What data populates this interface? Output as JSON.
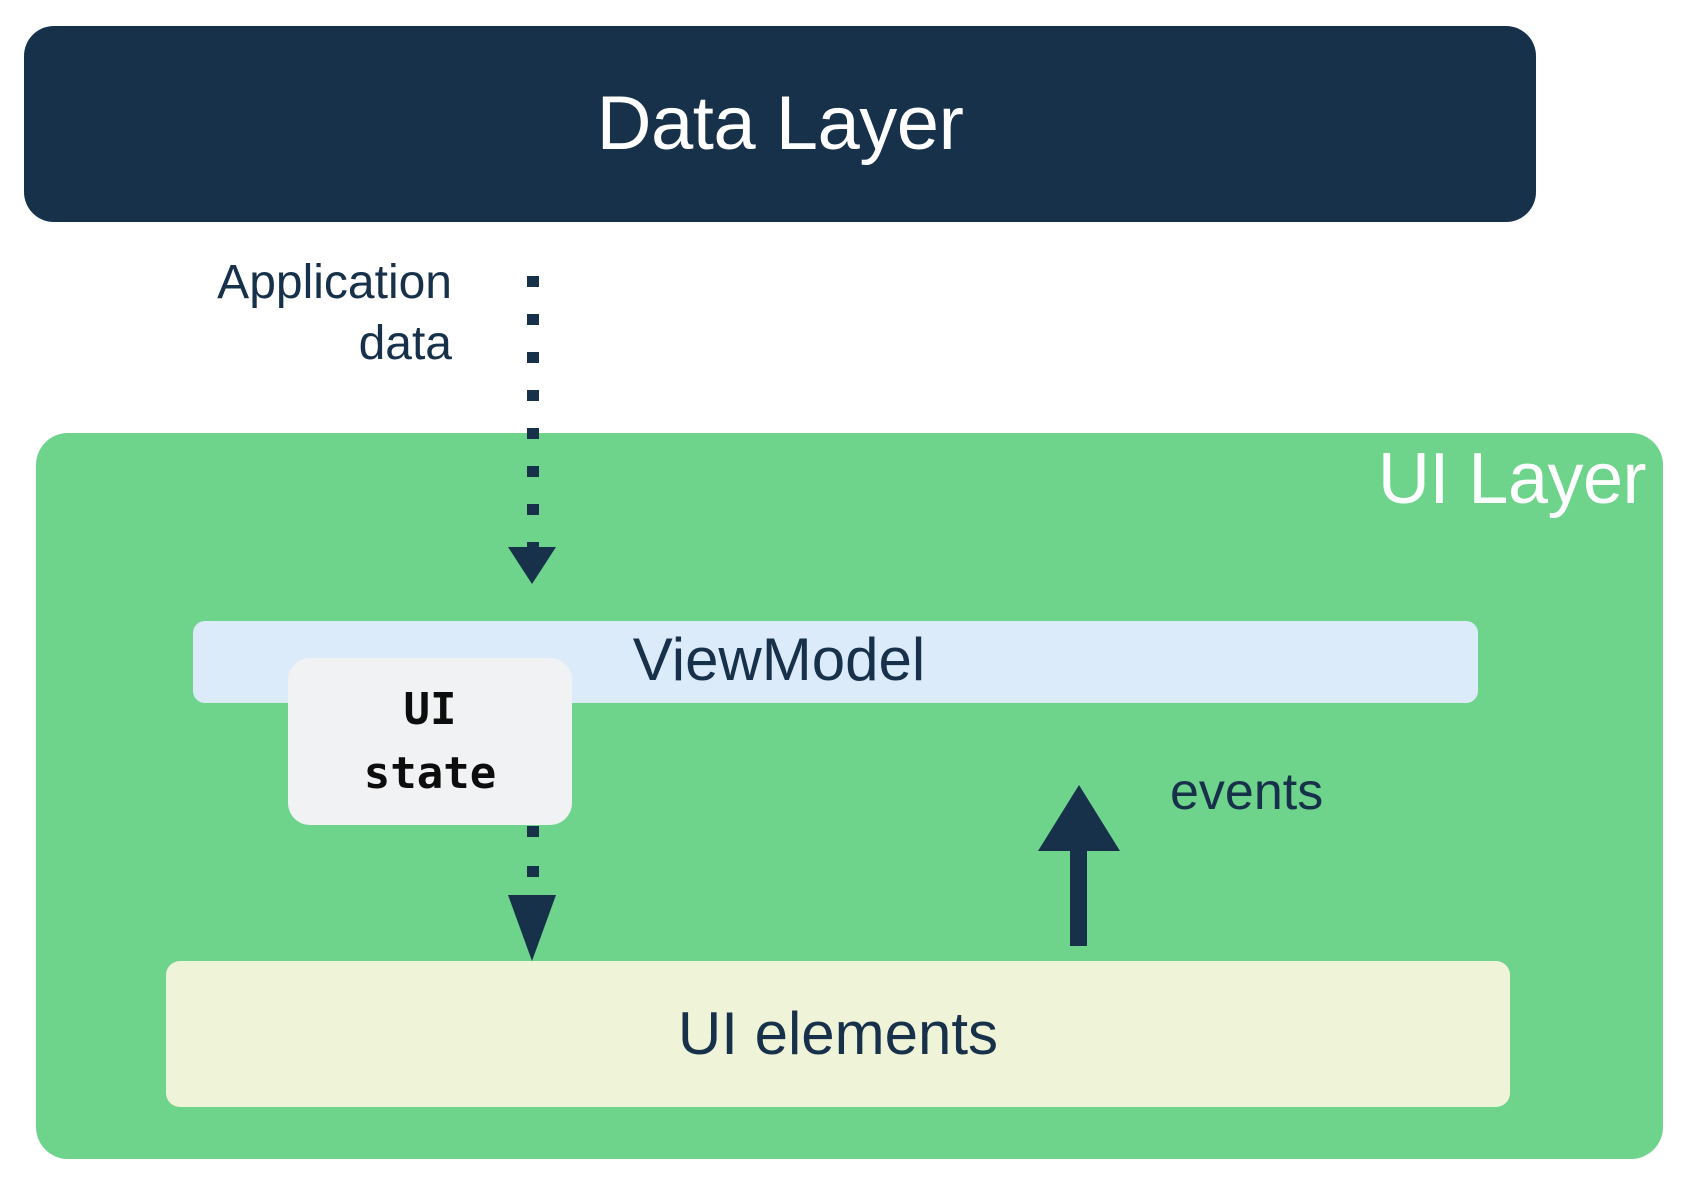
{
  "diagram": {
    "title": "Android app architecture: UI Layer and Data Layer",
    "colors": {
      "data_layer_bg": "#17314a",
      "ui_layer_bg": "#6ed48c",
      "viewmodel_bg": "#dbebfa",
      "ui_state_bg": "#f1f2f3",
      "ui_elements_bg": "#eff3d8",
      "arrow": "#17314a",
      "dark_text": "#17314a",
      "light_text": "#ffffff",
      "mono_text": "#0d0d0d",
      "page_bg": "#ffffff"
    }
  },
  "data_layer": {
    "label": "Data Layer"
  },
  "ui_layer": {
    "label": "UI Layer",
    "viewmodel": {
      "label": "ViewModel"
    },
    "ui_state": {
      "label": "UI\nstate"
    },
    "ui_elements": {
      "label": "UI elements"
    }
  },
  "connectors": {
    "application_data": {
      "label": "Application\ndata",
      "style": "dotted",
      "direction": "down",
      "from": "Data Layer",
      "to": "ViewModel"
    },
    "ui_state_flow": {
      "style": "dotted",
      "direction": "down",
      "from": "UI state",
      "to": "UI elements"
    },
    "events": {
      "label": "events",
      "style": "solid",
      "direction": "up",
      "from": "UI elements",
      "to": "ViewModel"
    }
  }
}
